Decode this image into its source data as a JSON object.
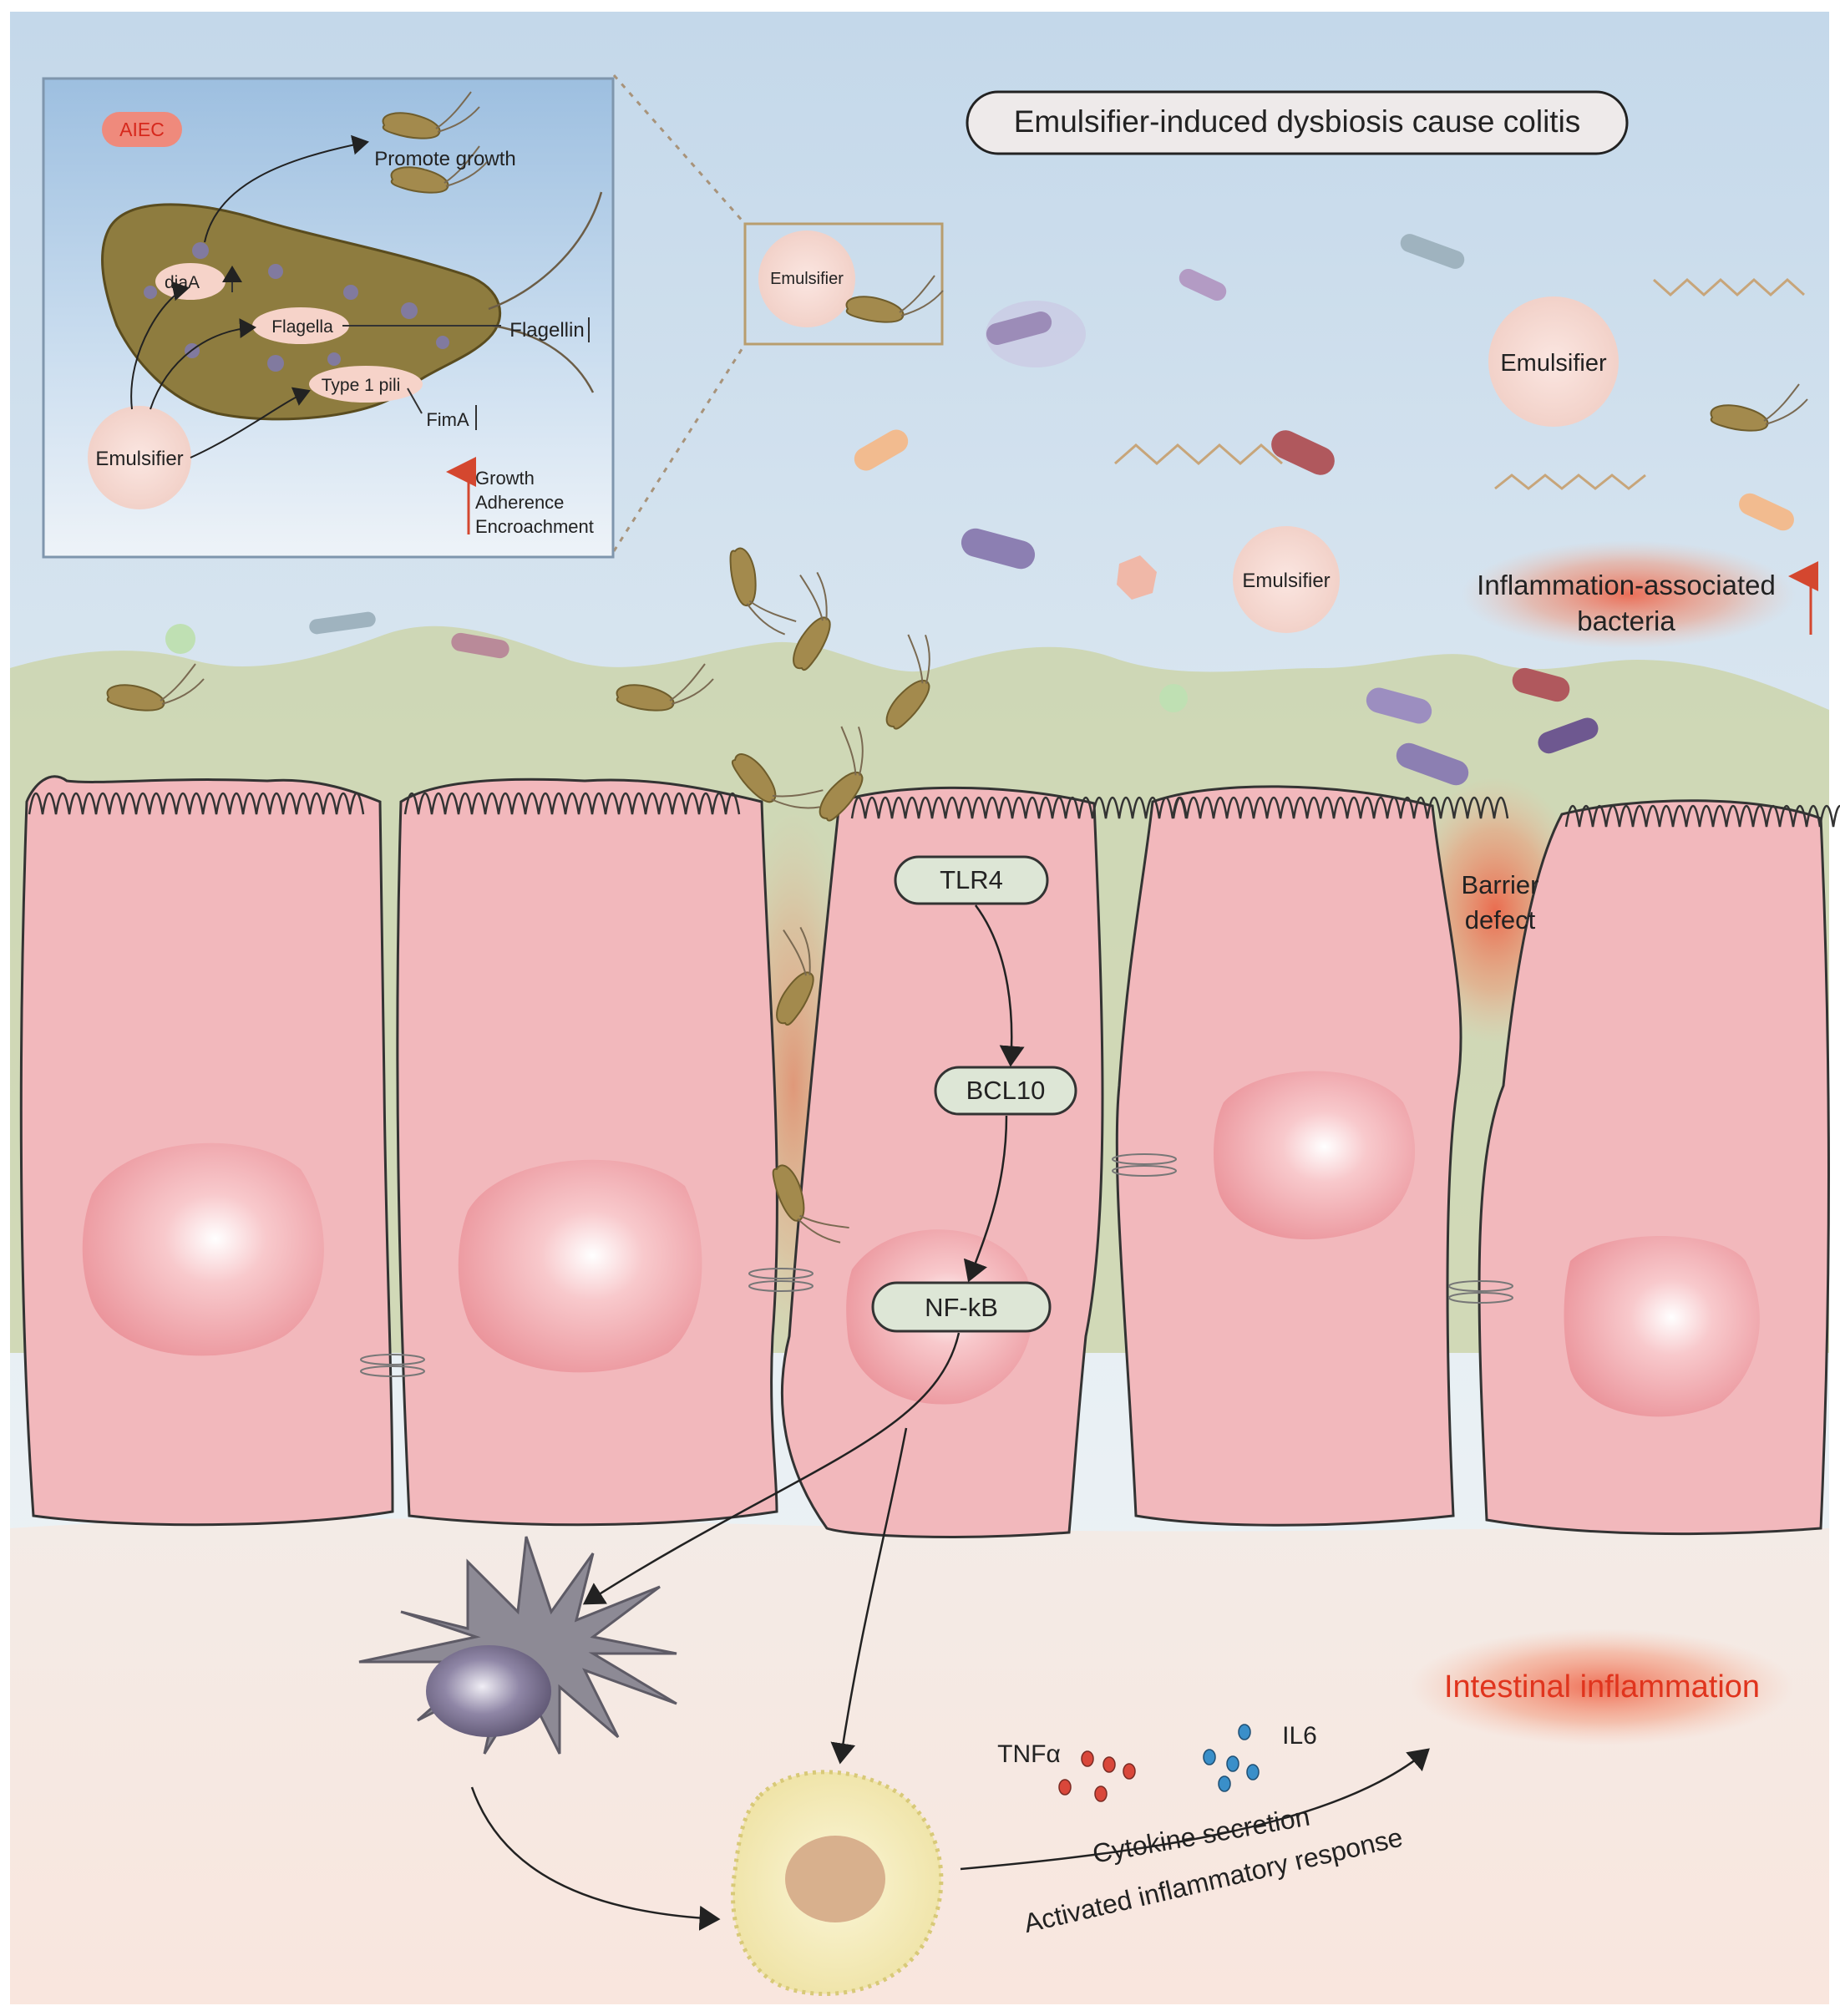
{
  "title": "Emulsifier-induced dysbiosis cause colitis",
  "inset": {
    "badge": "AIEC",
    "promote_growth": "Promote growth",
    "diaA": "diaA",
    "flagella": "Flagella",
    "flagellin": "Flagellin",
    "type1pili": "Type 1 pili",
    "fimA": "FimA",
    "emulsifier": "Emulsifier",
    "legend": [
      "Growth",
      "Adherence",
      "Encroachment"
    ]
  },
  "lumen": {
    "zoom_emulsifier": "Emulsifier",
    "emulsifier_right": "Emulsifier",
    "emulsifier_mid": "Emulsifier",
    "inflam_bacteria_line1": "Inflammation-associated",
    "inflam_bacteria_line2": "bacteria"
  },
  "barrier": {
    "line1": "Barrier",
    "line2": "defect"
  },
  "pathway": [
    "TLR4",
    "BCL10",
    "NF-kB"
  ],
  "cytokines": {
    "tnf": "TNFα",
    "il6": "IL6"
  },
  "cytokine_secretion": "Cytokine secretion",
  "activated_response": "Activated inflammatory response",
  "intestinal_inflammation": "Intestinal inflammation",
  "colors": {
    "lumen_top": "#c9dced",
    "mucus": "#c8d3a7",
    "cell_fill": "#f2b9bd",
    "nucleus": "#ef9fa5",
    "bacterium": "#a08a4c",
    "inflammation": "#e8432e",
    "tnf_dots": "#d9473a",
    "il6_dots": "#3a8fc9"
  }
}
